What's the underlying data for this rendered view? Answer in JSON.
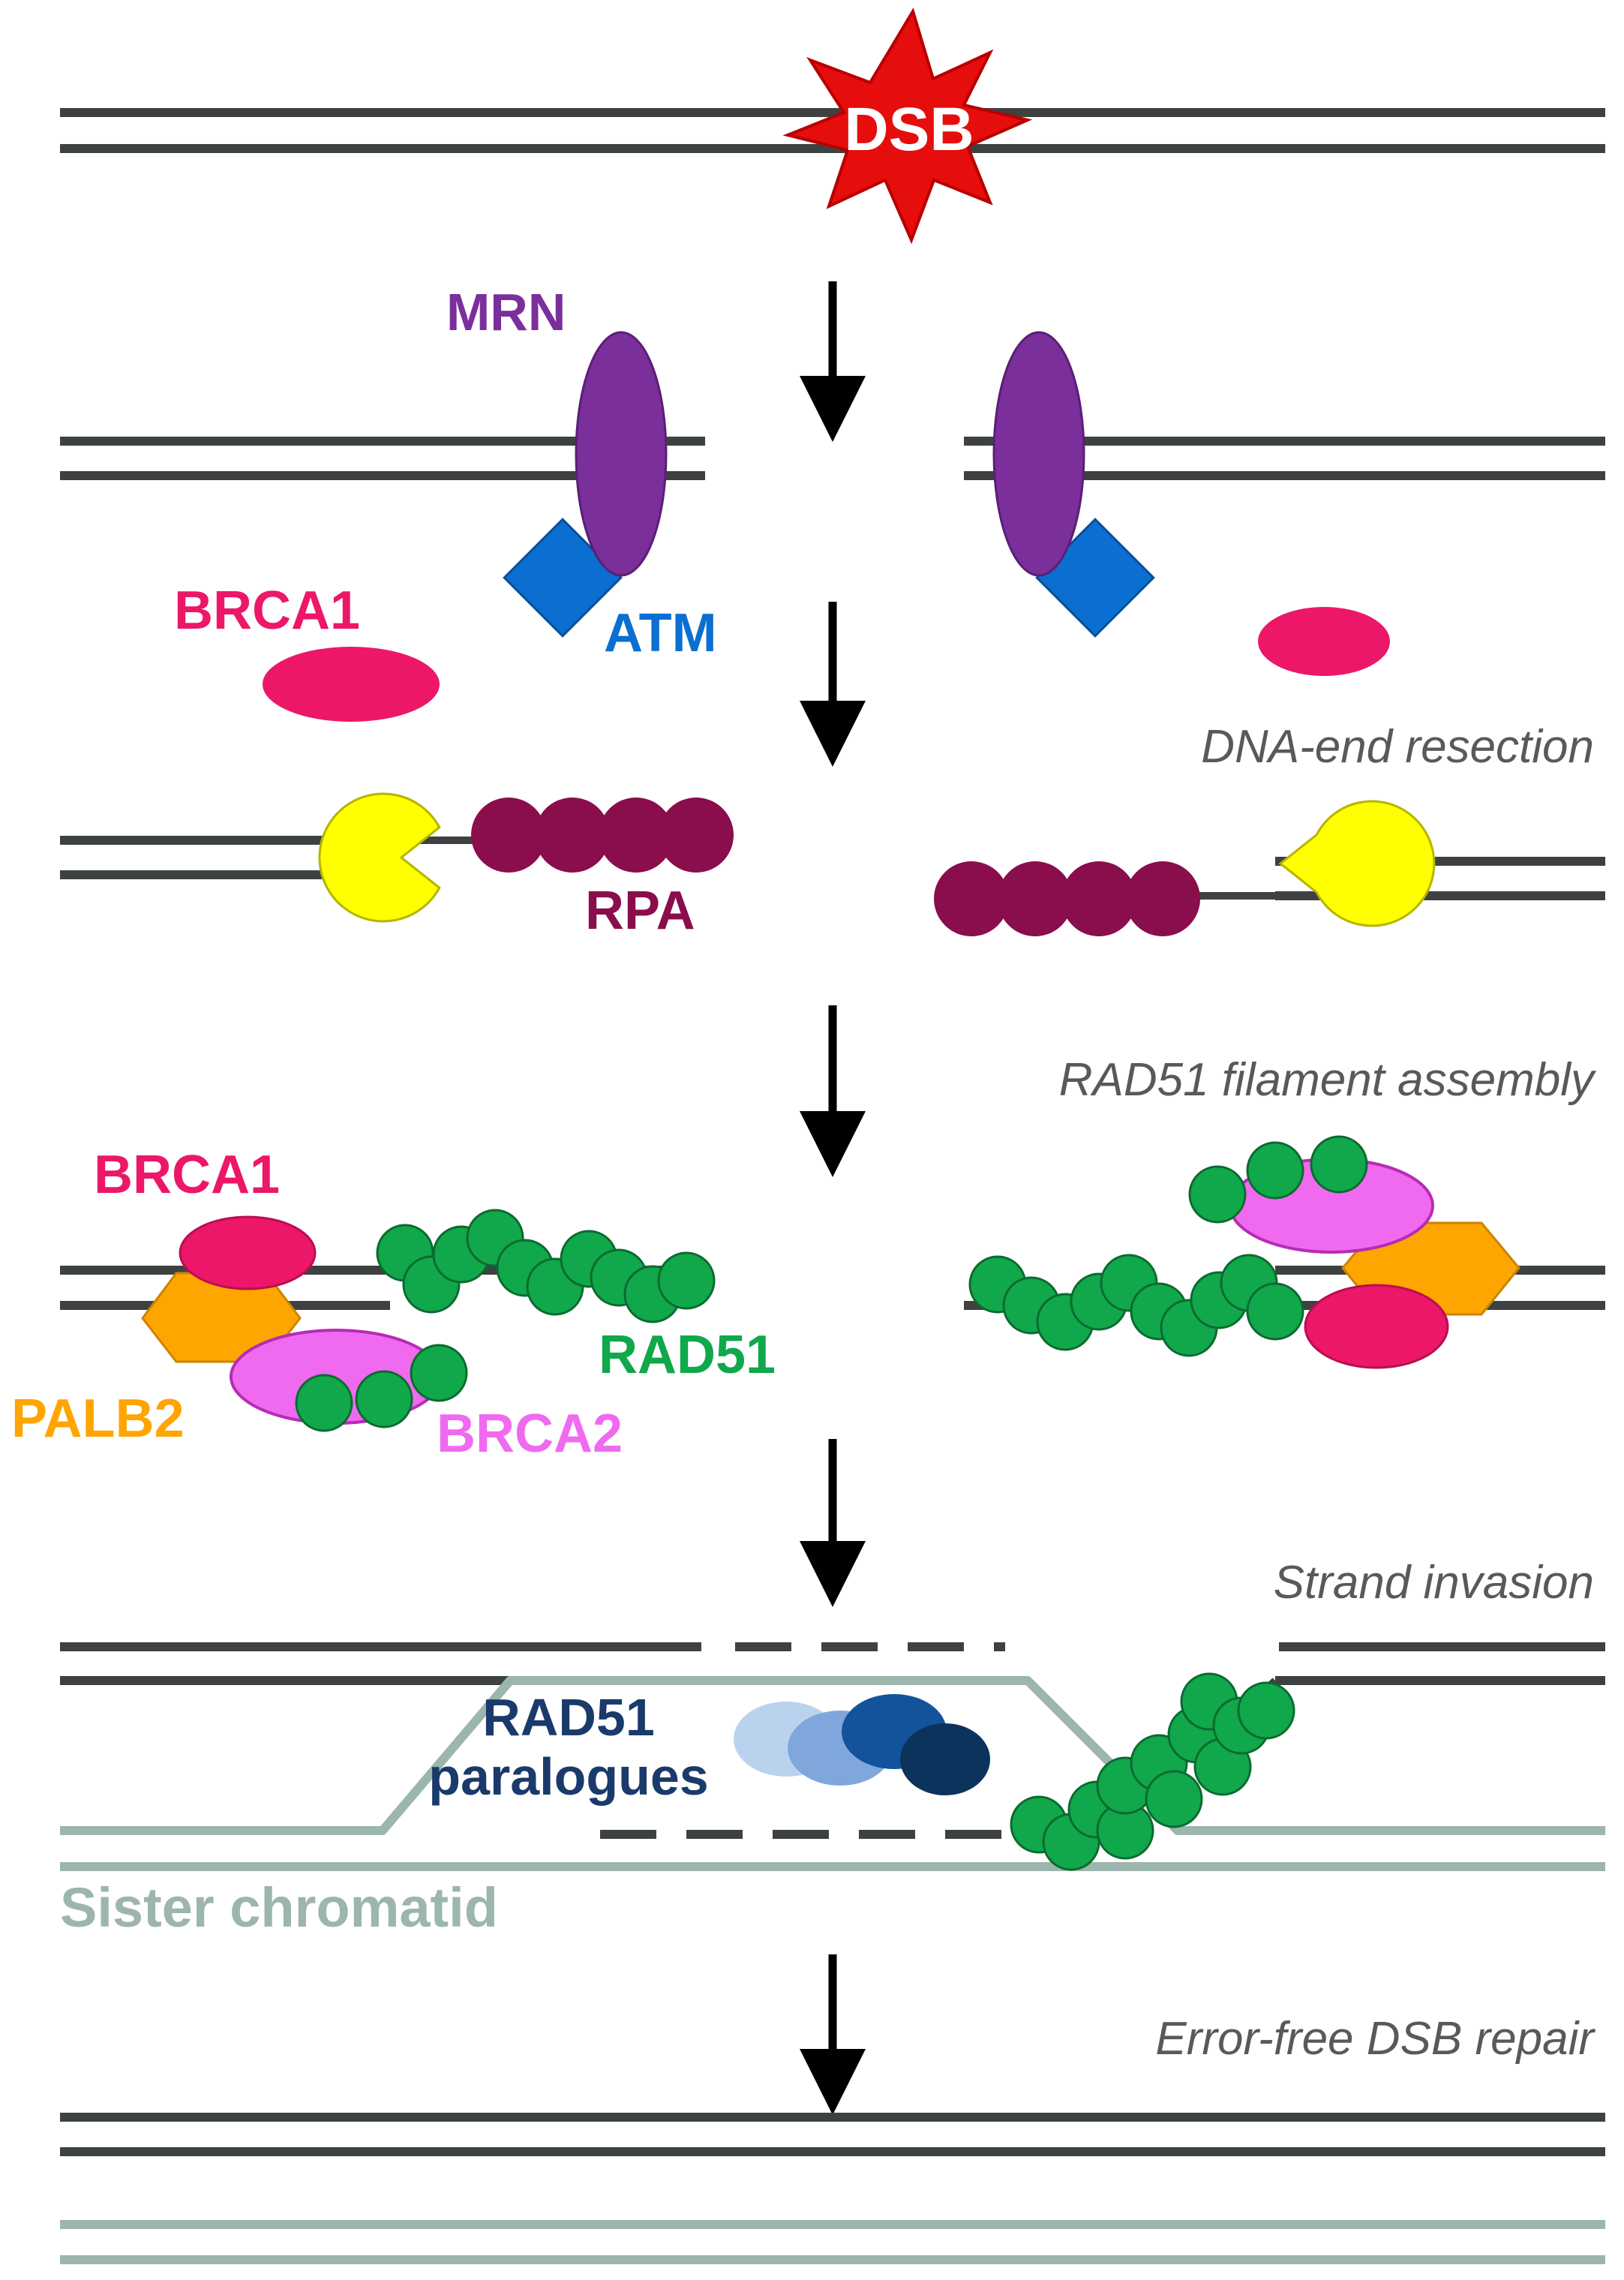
{
  "colors": {
    "dna": "#3d4241",
    "sister": "#9cb5ad",
    "dsb_burst": "#e60d0d",
    "mrn": "#7a2f9b",
    "atm": "#0a6fd1",
    "brca1": "#ec1769",
    "rpa": "#8a0d4c",
    "nuclease": "#ffff00",
    "rad51": "#10a84a",
    "palb2": "#ffa500",
    "brca2": "#f06af0",
    "paralogue_1": "#b9d3ef",
    "paralogue_2": "#7fa7dc",
    "paralogue_3": "#13539b",
    "paralogue_4": "#0c335c"
  },
  "labels": {
    "dsb": "DSB",
    "mrn": "MRN",
    "atm": "ATM",
    "brca1_top": "BRCA1",
    "rpa": "RPA",
    "brca1_mid": "BRCA1",
    "palb2": "PALB2",
    "brca2": "BRCA2",
    "rad51": "RAD51",
    "rad51_paralogues_line1": "RAD51",
    "rad51_paralogues_line2": "paralogues",
    "sister_chromatid": "Sister chromatid"
  },
  "steps": {
    "resection": "DNA-end resection",
    "filament": "RAD51 filament assembly",
    "invasion": "Strand invasion",
    "repair": "Error-free  DSB repair"
  }
}
